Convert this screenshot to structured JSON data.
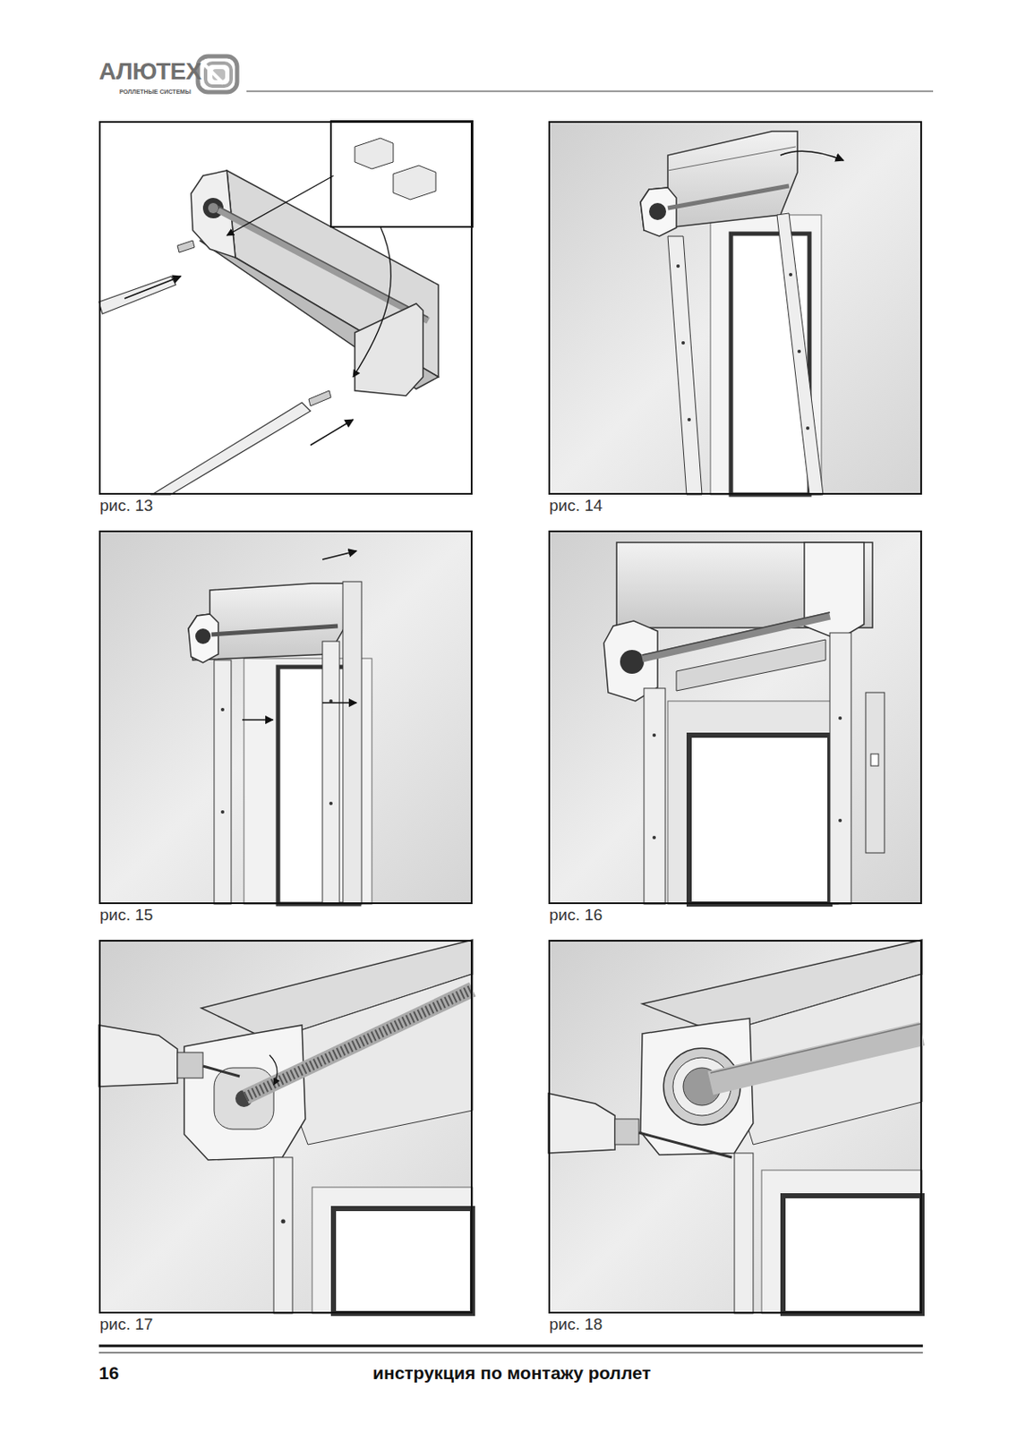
{
  "diagram": {
    "nodes": [
      {
        "text": [
          "рис. 13"
        ]
      },
      {
        "text": [
          "рис. 14"
        ]
      },
      {
        "text": [
          "рис. 15"
        ]
      },
      {
        "text": [
          "рис. 16"
        ]
      },
      {
        "text": [
          "рис. 17"
        ]
      },
      {
        "text": [
          "рис. 18"
        ]
      }
    ],
    "labels": [
      "АЛЮТЕХ",
      "РОЛЛЕТНЫЕ СИСТЕМЫ",
      "16",
      "инструкция по монтажу роллет"
    ]
  }
}
